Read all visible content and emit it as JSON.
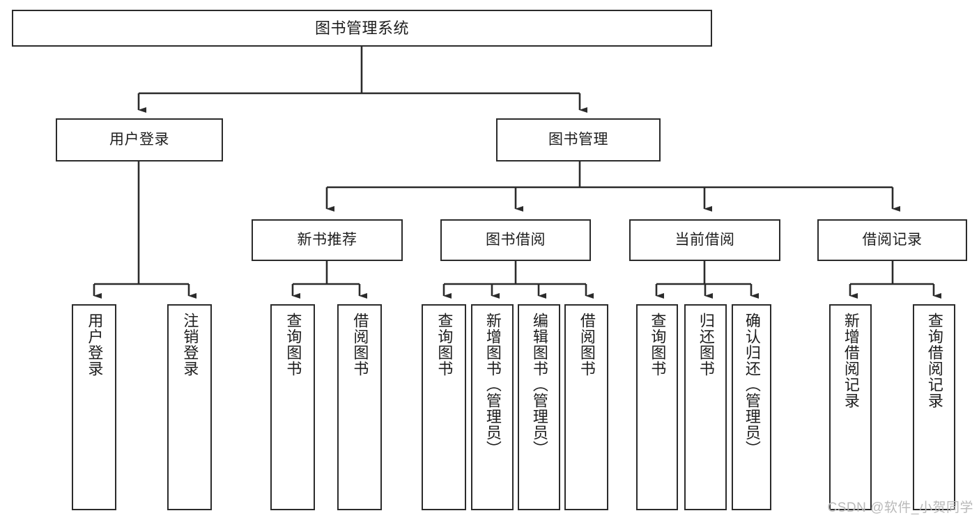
{
  "diagram": {
    "title": "图书管理系统",
    "watermark": "CSDN @软件_小贺同学",
    "line_color": "#2b2b2b",
    "box_fill": "#ffffff",
    "text_color": "#1d1d1d",
    "root": {
      "label": "图书管理系统"
    },
    "level2": [
      {
        "label": "用户登录"
      },
      {
        "label": "图书管理"
      }
    ],
    "level3": [
      {
        "label": "新书推荐"
      },
      {
        "label": "图书借阅"
      },
      {
        "label": "当前借阅"
      },
      {
        "label": "借阅记录"
      }
    ],
    "leaves": [
      {
        "label": "用户登录"
      },
      {
        "label": "注销登录"
      },
      {
        "label": "查询图书"
      },
      {
        "label": "借阅图书"
      },
      {
        "label": "查询图书"
      },
      {
        "label": "新增图书（管理员）"
      },
      {
        "label": "编辑图书（管理员）"
      },
      {
        "label": "借阅图书"
      },
      {
        "label": "查询图书"
      },
      {
        "label": "归还图书"
      },
      {
        "label": "确认归还（管理员）"
      },
      {
        "label": "新增借阅记录"
      },
      {
        "label": "查询借阅记录"
      }
    ]
  }
}
